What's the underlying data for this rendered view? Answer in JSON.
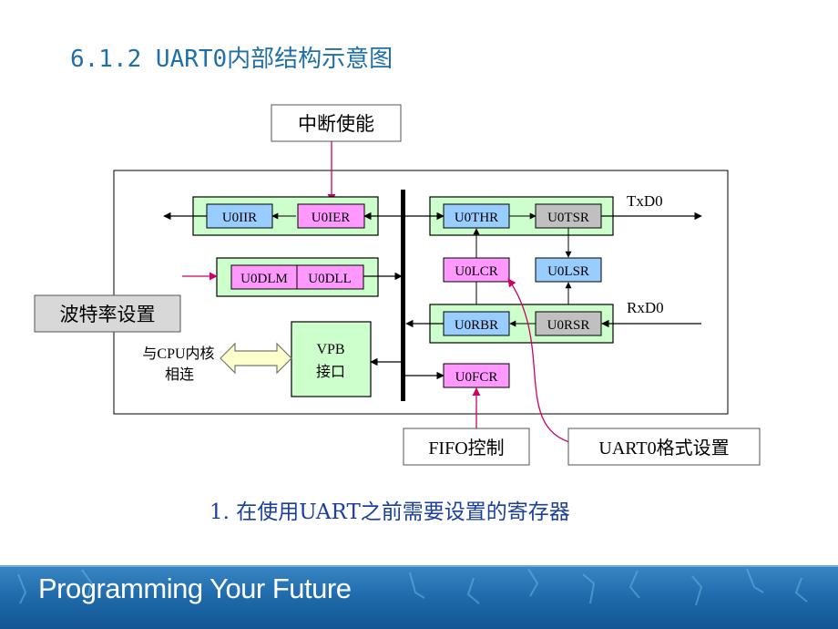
{
  "title": "6.1.2 UART0内部结构示意图",
  "callouts": {
    "interrupt_enable": "中断使能",
    "baud_rate": "波特率设置",
    "fifo_control": "FIFO控制",
    "uart_format": "UART0格式设置"
  },
  "registers": {
    "iir": "U0IIR",
    "ier": "U0IER",
    "dlm": "U0DLM",
    "dll": "U0DLL",
    "thr": "U0THR",
    "tsr": "U0TSR",
    "lcr": "U0LCR",
    "lsr": "U0LSR",
    "rbr": "U0RBR",
    "rsr": "U0RSR",
    "fcr": "U0FCR"
  },
  "vpb": {
    "line1": "VPB",
    "line2": "接口"
  },
  "cpu_link": {
    "line1": "与CPU内核",
    "line2": "相连"
  },
  "pins": {
    "txd": "TxD0",
    "rxd": "RxD0"
  },
  "caption": "1. 在使用UART之前需要设置的寄存器",
  "footer": {
    "slogan": "Programming Your Future"
  },
  "colors": {
    "blue_register": "#99ccff",
    "pink_register": "#ff99ff",
    "gray_register": "#c0c0c0",
    "group_fill": "#ccffcc",
    "callout_line": "#cc0066",
    "title_color": "#1f6fa8",
    "caption_color": "#1a3fa0"
  }
}
